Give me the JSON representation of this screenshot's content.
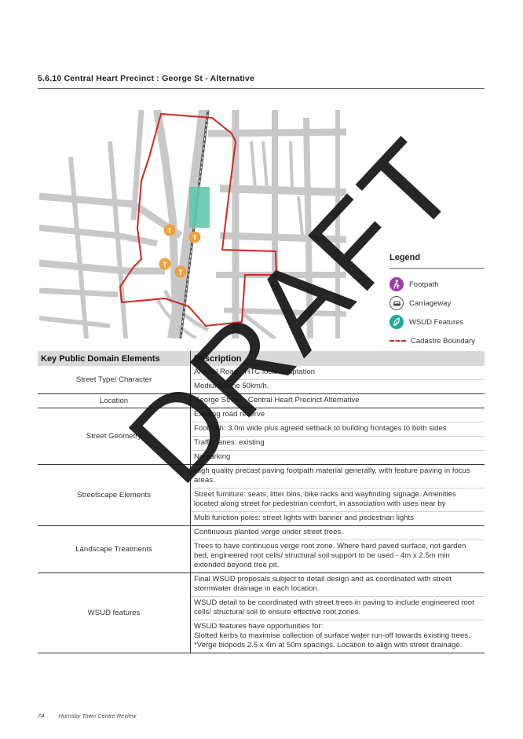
{
  "heading": "5.6.10 Central Heart Precinct : George St - Alternative",
  "legend": {
    "title": "Legend",
    "items": [
      {
        "label": "Footpath",
        "icon": "pedestrian-icon",
        "color": "#9b3fa6"
      },
      {
        "label": "Carriageway",
        "icon": "car-icon",
        "color": "#ffffff"
      },
      {
        "label": "WSUD Features",
        "icon": "leaf-icon",
        "color": "#1fa89a"
      },
      {
        "label": "Cadastre Boundary",
        "icon": "dashed-line-icon",
        "color": "#d1281f"
      }
    ]
  },
  "map": {
    "road_color": "#c8c8c8",
    "boundary_color": "#d1281f",
    "wsud_color": "#5fc9ac",
    "station_marker_color": "#f0a03a",
    "station_marker_label": "T"
  },
  "table": {
    "headers": [
      "Key Public Domain Elements",
      "Description"
    ],
    "rows": [
      {
        "element": "Street Type/ Character",
        "descriptions": [
          "Arterial Road - HTC local adaptation",
          "Medium Zone 50km/h."
        ]
      },
      {
        "element": "Location",
        "descriptions": [
          "George Street - Central Heart Precinct Alternative"
        ]
      },
      {
        "element": "Street Geometry",
        "descriptions": [
          "Existing road reserve",
          "Footpath: 3.0m wide plus agreed setback to building frontages to both sides",
          "Traffic lanes: existing",
          "No parking"
        ]
      },
      {
        "element": "Streetscape Elements",
        "descriptions": [
          "High quality precast paving footpath material generally, with feature paving in focus areas.",
          "Street furniture: seats, litter bins, bike racks and wayfinding signage. Amenities located along street for pedestrian comfort, in association with uses near by",
          "Multi function poles: street lights with banner and pedestrian lights"
        ]
      },
      {
        "element": "Landscape Treatments",
        "descriptions": [
          "Continuous planted verge under street trees.",
          "Trees to have continuous verge root zone. Where hard paved surface, not garden bed, engineered root cells/ structural soil support to be used  - 4m x 2.5m min extended beyond tree pit."
        ]
      },
      {
        "element": "WSUD features",
        "descriptions": [
          "Final WSUD proposals subject to detail design and as coordinated with street stormwater drainage in each location.",
          "WSUD detail to be coordinated with street trees in paving to include engineered root cells/ structural soil to ensure effective root zones.",
          "WSUD features have opportunities for:\nSlotted kerbs to maximise collection of surface water run-off towards existing trees.\n*Verge biopods 2.5 x 4m at 50m spacings. Location to align with street drainage."
        ]
      }
    ]
  },
  "watermark": "DRAFT",
  "footer": {
    "page": "74",
    "title": "Hornsby Town Centre Review"
  }
}
